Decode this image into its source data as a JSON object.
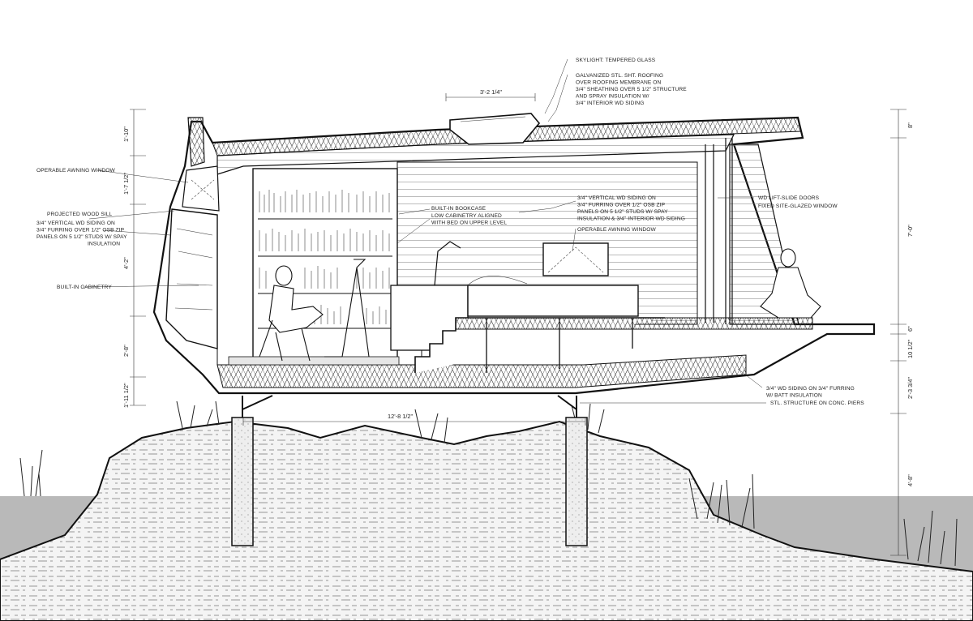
{
  "notes": {
    "skylight": "SKYLIGHT: TEMPERED GLASS",
    "roofing": [
      "GALVANIZED STL. SHT. ROOFING",
      "OVER ROOFING MEMBRANE ON",
      "3/4\" SHEATHING OVER 5 1/2\" STRUCTURE",
      "AND SPRAY INSULATION W/",
      "3/4\" INTERIOR WD SIDING"
    ],
    "awning_left": "OPERABLE AWNING WINDOW",
    "wood_sill": "PROJECTED WOOD SILL",
    "siding_left": [
      "3/4\" VERTICAL WD SIDING ON",
      "3/4\" FURRING OVER 1/2\" OSB ZIP",
      "PANELS ON 5 1/2\" STUDS W/ SPAY",
      "INSULATION"
    ],
    "cabinetry": "BUILT-IN CABINETRY",
    "bookcase": "BUILT-IN BOOKCASE",
    "low_cabinetry": [
      "LOW CABINETRY ALIGNED",
      "WITH BED ON UPPER LEVEL"
    ],
    "siding_center": [
      "3/4\" VERTICAL WD SIDING ON",
      "3/4\" FURRING OVER 1/2\" OSB ZIP",
      "PANELS ON 5 1/2\" STUDS W/ SPAY",
      "INSULATION & 3/4\" INTERIOR WD SIDING"
    ],
    "awning_center": "OPERABLE AWNING WINDOW",
    "doors": [
      "WD LIFT-SLIDE DOORS",
      "FIXED SITE-GLAZED WINDOW"
    ],
    "furring": [
      "3/4\" WD SIDING ON 3/4\" FURRING",
      "W/ BATT INSULATION"
    ],
    "structure": "STL. STRUCTURE ON CONC. PIERS"
  },
  "dimensions": {
    "skylight_width": "3'-2 1/4\"",
    "left_1": "1'-10\"",
    "left_2": "1'-7 1/2\"",
    "left_3": "4'-2\"",
    "left_4": "2'-8\"",
    "left_5": "1'-11 1/2\"",
    "span": "12'-8 1/2\"",
    "right_1": "8\"",
    "right_2": "7'-0\"",
    "right_3": "6\"",
    "right_4": "10 1/2\"",
    "right_5": "2'-3 3/4\"",
    "right_6": "4'-8\""
  }
}
